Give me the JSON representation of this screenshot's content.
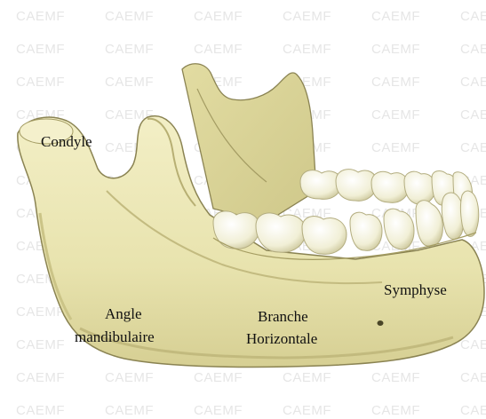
{
  "watermark": {
    "text": "CAEMF"
  },
  "labels": {
    "condyle": "Condyle",
    "angle_line1": "Angle",
    "angle_line2": "mandibulaire",
    "branche_line1": "Branche",
    "branche_line2": "Horizontale",
    "symphyse": "Symphyse"
  },
  "colors": {
    "bone": "#ece8b6",
    "bone_shadow": "#b9b27a",
    "outline": "#8a8352",
    "tooth": "#f5f3dd",
    "tooth_shadow": "#c9c59c"
  }
}
